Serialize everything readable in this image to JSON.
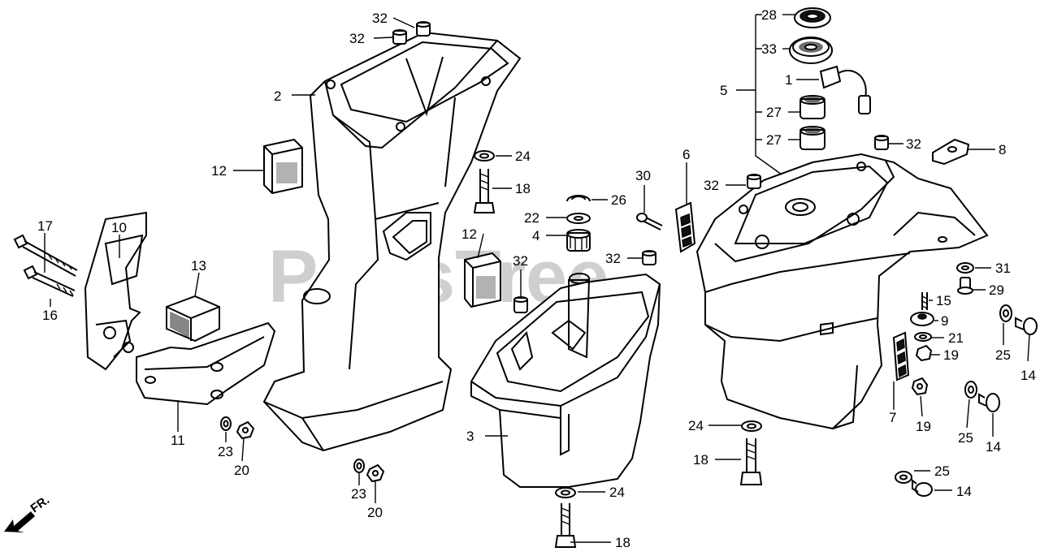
{
  "watermark": "PartsTree",
  "direction_label": "FR.",
  "callouts": [
    {
      "id": "c2",
      "text": "2"
    },
    {
      "id": "c32a",
      "text": "32"
    },
    {
      "id": "c32b",
      "text": "32"
    },
    {
      "id": "c12a",
      "text": "12"
    },
    {
      "id": "c17",
      "text": "17"
    },
    {
      "id": "c10",
      "text": "10"
    },
    {
      "id": "c16",
      "text": "16"
    },
    {
      "id": "c13",
      "text": "13"
    },
    {
      "id": "c11",
      "text": "11"
    },
    {
      "id": "c23a",
      "text": "23"
    },
    {
      "id": "c20a",
      "text": "20"
    },
    {
      "id": "c23b",
      "text": "23"
    },
    {
      "id": "c20b",
      "text": "20"
    },
    {
      "id": "c24a",
      "text": "24"
    },
    {
      "id": "c18a",
      "text": "18"
    },
    {
      "id": "c26",
      "text": "26"
    },
    {
      "id": "c22",
      "text": "22"
    },
    {
      "id": "c4",
      "text": "4"
    },
    {
      "id": "c12b",
      "text": "12"
    },
    {
      "id": "c32c",
      "text": "32"
    },
    {
      "id": "c32d",
      "text": "32"
    },
    {
      "id": "c30",
      "text": "30"
    },
    {
      "id": "c6",
      "text": "6"
    },
    {
      "id": "c3",
      "text": "3"
    },
    {
      "id": "c24b",
      "text": "24"
    },
    {
      "id": "c18b",
      "text": "18"
    },
    {
      "id": "c28",
      "text": "28"
    },
    {
      "id": "c33",
      "text": "33"
    },
    {
      "id": "c1",
      "text": "1"
    },
    {
      "id": "c5",
      "text": "5"
    },
    {
      "id": "c27a",
      "text": "27"
    },
    {
      "id": "c27b",
      "text": "27"
    },
    {
      "id": "c32e",
      "text": "32"
    },
    {
      "id": "c8",
      "text": "8"
    },
    {
      "id": "c32f",
      "text": "32"
    },
    {
      "id": "c31",
      "text": "31"
    },
    {
      "id": "c29",
      "text": "29"
    },
    {
      "id": "c15",
      "text": "15"
    },
    {
      "id": "c9",
      "text": "9"
    },
    {
      "id": "c21",
      "text": "21"
    },
    {
      "id": "c19a",
      "text": "19"
    },
    {
      "id": "c25a",
      "text": "25"
    },
    {
      "id": "c14a",
      "text": "14"
    },
    {
      "id": "c7",
      "text": "7"
    },
    {
      "id": "c19b",
      "text": "19"
    },
    {
      "id": "c25b",
      "text": "25"
    },
    {
      "id": "c14b",
      "text": "14"
    },
    {
      "id": "c24c",
      "text": "24"
    },
    {
      "id": "c18c",
      "text": "18"
    },
    {
      "id": "c25c",
      "text": "25"
    },
    {
      "id": "c14c",
      "text": "14"
    }
  ]
}
